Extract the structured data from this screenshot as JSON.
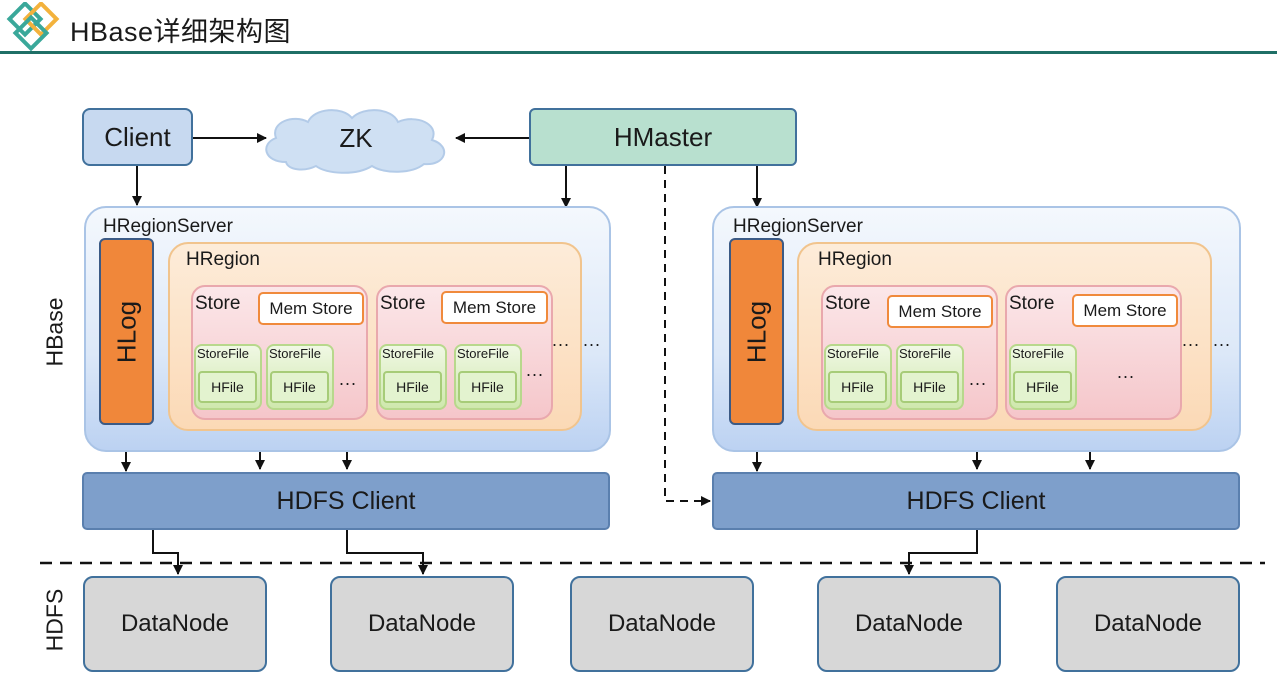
{
  "header": {
    "title": "HBase详细架构图"
  },
  "client": {
    "label": "Client"
  },
  "zk": {
    "label": "ZK"
  },
  "hmaster": {
    "label": "HMaster"
  },
  "region_servers": [
    {
      "label": "HRegionServer",
      "hlog_label": "HLog",
      "hregion_label": "HRegion",
      "stores": [
        {
          "label": "Store",
          "memstore_label": "Mem Store",
          "storefiles": [
            "StoreFile",
            "StoreFile"
          ],
          "hfiles": [
            "HFile",
            "HFile"
          ],
          "more": "..."
        },
        {
          "label": "Store",
          "memstore_label": "Mem Store",
          "storefiles": [
            "StoreFile",
            "StoreFile"
          ],
          "hfiles": [
            "HFile",
            "HFile"
          ],
          "more": "..."
        }
      ],
      "store_more": "...",
      "region_more": "..."
    },
    {
      "label": "HRegionServer",
      "hlog_label": "HLog",
      "hregion_label": "HRegion",
      "stores": [
        {
          "label": "Store",
          "memstore_label": "Mem Store",
          "storefiles": [
            "StoreFile",
            "StoreFile"
          ],
          "hfiles": [
            "HFile",
            "HFile"
          ],
          "more": "..."
        },
        {
          "label": "Store",
          "memstore_label": "Mem Store",
          "storefiles": [
            "StoreFile"
          ],
          "hfiles": [
            "HFile"
          ],
          "more": "..."
        }
      ],
      "store_more": "...",
      "region_more": "..."
    }
  ],
  "hdfs_clients": [
    {
      "label": "HDFS Client"
    },
    {
      "label": "HDFS Client"
    }
  ],
  "layer_labels": {
    "hbase": "HBase",
    "hdfs": "HDFS"
  },
  "datanodes": [
    "DataNode",
    "DataNode",
    "DataNode",
    "DataNode",
    "DataNode"
  ],
  "colors": {
    "title_rule": "#1f6f66",
    "client_fill": "#c7d9f0",
    "hmaster_fill": "#b8e0cf",
    "hlog_fill": "#f0873a",
    "hdfs_client_fill": "#7e9fcb",
    "datanode_fill": "#d7d7d7",
    "box_border": "#41719c"
  }
}
